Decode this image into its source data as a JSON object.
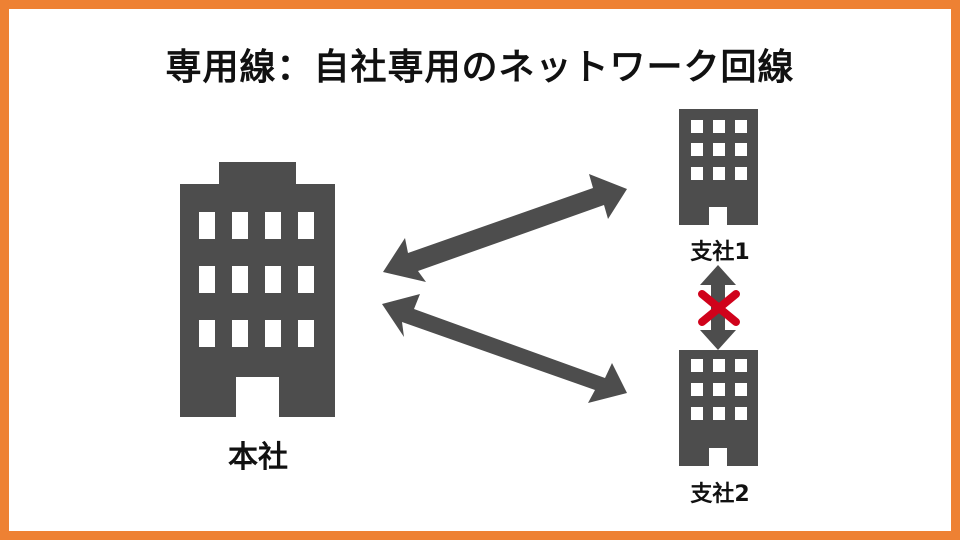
{
  "title": "専用線：自社専用のネットワーク回線",
  "nodes": {
    "headquarters": {
      "label": "本社",
      "icon": "office-building-icon"
    },
    "branch1": {
      "label": "支社1",
      "icon": "office-building-icon"
    },
    "branch2": {
      "label": "支社2",
      "icon": "office-building-icon"
    }
  },
  "links": [
    {
      "from": "headquarters",
      "to": "branch1",
      "type": "bidirectional"
    },
    {
      "from": "headquarters",
      "to": "branch2",
      "type": "bidirectional"
    },
    {
      "from": "branch1",
      "to": "branch2",
      "type": "bidirectional",
      "blocked": true,
      "blocked_icon": "cross-icon"
    }
  ],
  "colors": {
    "frame": "#EE8133",
    "building": "#4D4D4D",
    "window": "#FFFFFF",
    "arrow": "#4D4D4D",
    "cross": "#D0021B"
  }
}
